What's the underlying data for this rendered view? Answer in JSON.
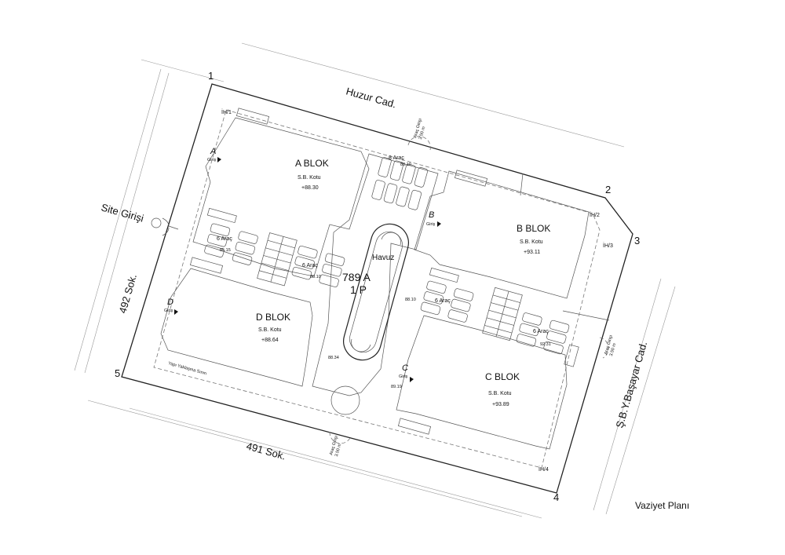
{
  "streets": {
    "north": "Huzur Cad.",
    "west": "492 Sok.",
    "south": "491 Sok.",
    "east": "Ş.B.Y.Başayar Cad."
  },
  "site_entrance": "Site Girişi",
  "corners": [
    "1",
    "2",
    "3",
    "4",
    "5"
  ],
  "parcel": {
    "top": "789 A",
    "bottom": "1 P"
  },
  "pool": "Havuz",
  "plan_title": "Vaziyet Planı",
  "setback_label": "Yapı Yaklaşma Sınırı",
  "blocks": [
    {
      "name": "A BLOK",
      "kotu_label": "S.B. Kotu",
      "kotu": "+88.30"
    },
    {
      "name": "B BLOK",
      "kotu_label": "S.B. Kotu",
      "kotu": "+93.11"
    },
    {
      "name": "C BLOK",
      "kotu_label": "S.B. Kotu",
      "kotu": "+93.89"
    },
    {
      "name": "D BLOK",
      "kotu_label": "S.B. Kotu",
      "kotu": "+88.64"
    }
  ],
  "entrances": [
    {
      "letter": "A",
      "sub": "Giriş"
    },
    {
      "letter": "B",
      "sub": "Giriş"
    },
    {
      "letter": "C",
      "sub": "Giriş"
    },
    {
      "letter": "D",
      "sub": "Giriş"
    }
  ],
  "ih_labels": [
    "İH/1",
    "İH/2",
    "İH/3",
    "İH/4"
  ],
  "parking": [
    {
      "count": "8 Araç",
      "level": "88.10"
    },
    {
      "count": "6 Araç",
      "level": "85.15"
    },
    {
      "count": "6 Araç",
      "level": "88.10"
    },
    {
      "count": "6 Araç",
      "level": "88.10"
    },
    {
      "count": "6 Araç",
      "level": "92.31"
    }
  ],
  "levels": {
    "pool_south": "88.34",
    "c_entry": "89.19"
  },
  "vehicle_entries": [
    {
      "line1": "Araç Girişi",
      "line2": "3.50 m"
    },
    {
      "line1": "Araç Girişi",
      "line2": "3.50 m"
    },
    {
      "line1": "Araç Girişi",
      "line2": "3.50 m"
    }
  ]
}
